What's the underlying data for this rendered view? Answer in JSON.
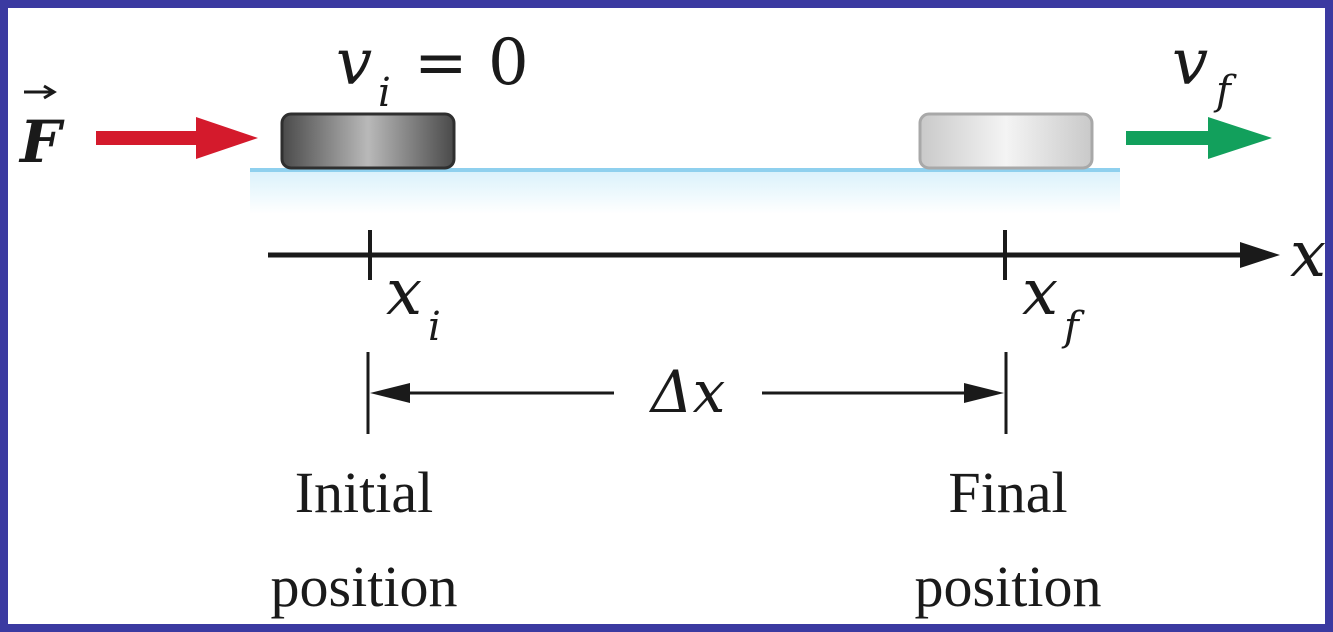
{
  "diagram": {
    "force_symbol": "F",
    "initial_velocity": {
      "symbol": "v",
      "subscript": "i",
      "equals": "= 0"
    },
    "final_velocity": {
      "symbol": "v",
      "subscript": "f"
    },
    "axis_label": "x",
    "initial_position_symbol": {
      "symbol": "x",
      "subscript": "i"
    },
    "final_position_symbol": {
      "symbol": "x",
      "subscript": "f"
    },
    "displacement_label": "Δx",
    "initial_caption": {
      "line1": "Initial",
      "line2": "position"
    },
    "final_caption": {
      "line1": "Final",
      "line2": "position"
    },
    "colors": {
      "frame": "#3b3aa1",
      "force_arrow": "#d41a2c",
      "velocity_arrow": "#12a05c",
      "surface": "#8fd0ee",
      "initial_block": "#6b6b6b",
      "final_block": "#d6d6d6"
    }
  }
}
